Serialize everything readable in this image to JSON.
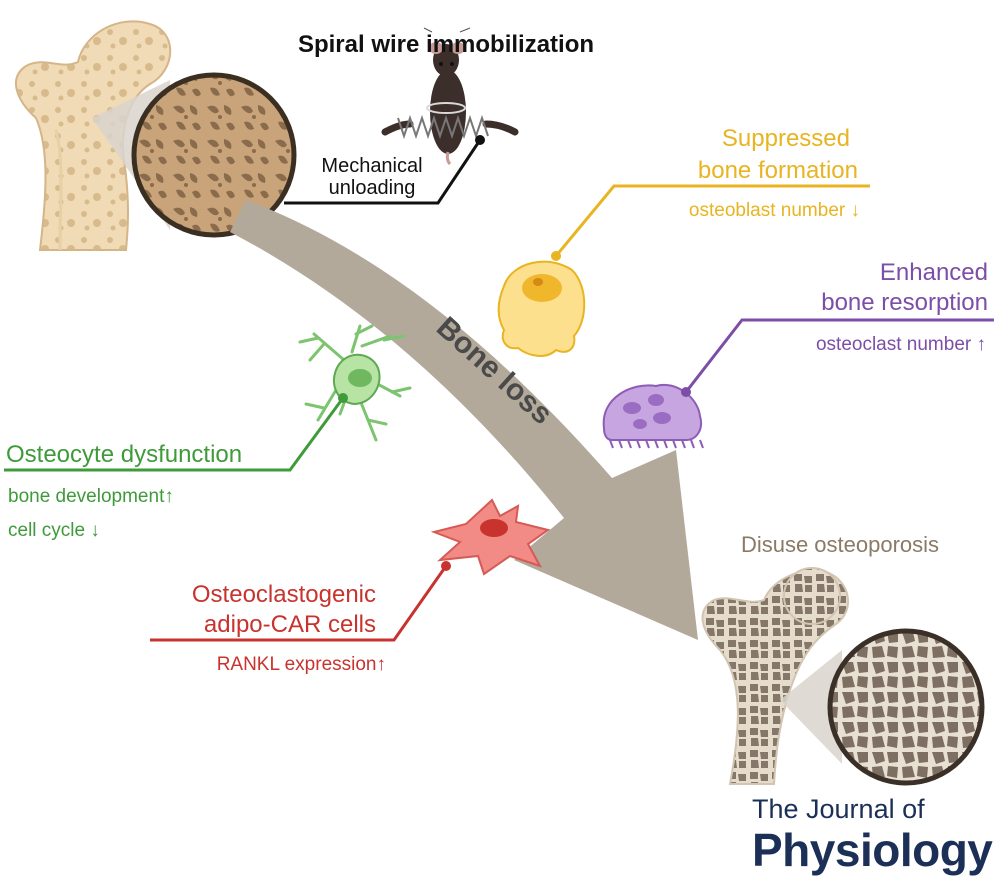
{
  "labels": {
    "immobilization": "Spiral wire immobilization",
    "mechanical": [
      "Mechanical",
      "unloading"
    ],
    "bone_loss": "Bone loss",
    "disuse": "Disuse osteoporosis",
    "suppressed": [
      "Suppressed",
      "bone formation"
    ],
    "osteoblast": "osteoblast number ↓",
    "enhanced": [
      "Enhanced",
      "bone resorption"
    ],
    "osteoclast": "osteoclast number ↑",
    "osteocyte": "Osteocyte dysfunction",
    "bone_dev": "bone development↑",
    "cell_cycle": "cell cycle ↓",
    "adipo": [
      "Osteoclastogenic",
      "adipo-CAR cells"
    ],
    "rankl": "RANKL expression↑"
  },
  "journal": {
    "line1": "The Journal of",
    "line2": "Physiology"
  },
  "colors": {
    "formation": "#e8b421",
    "resorption": "#7c4ea8",
    "osteocyte": "#3f9a3a",
    "adipo": "#c8332e",
    "arrow": "#b3a99b",
    "bone_text": "#8a7a66",
    "journal": "#1b2f57"
  },
  "icons": [
    "femur-healthy-icon",
    "trabecular-magnifier-icon",
    "mouse-icon",
    "osteoblast-icon",
    "osteoclast-icon",
    "osteocyte-icon",
    "adipo-car-cell-icon",
    "femur-osteoporotic-icon"
  ]
}
